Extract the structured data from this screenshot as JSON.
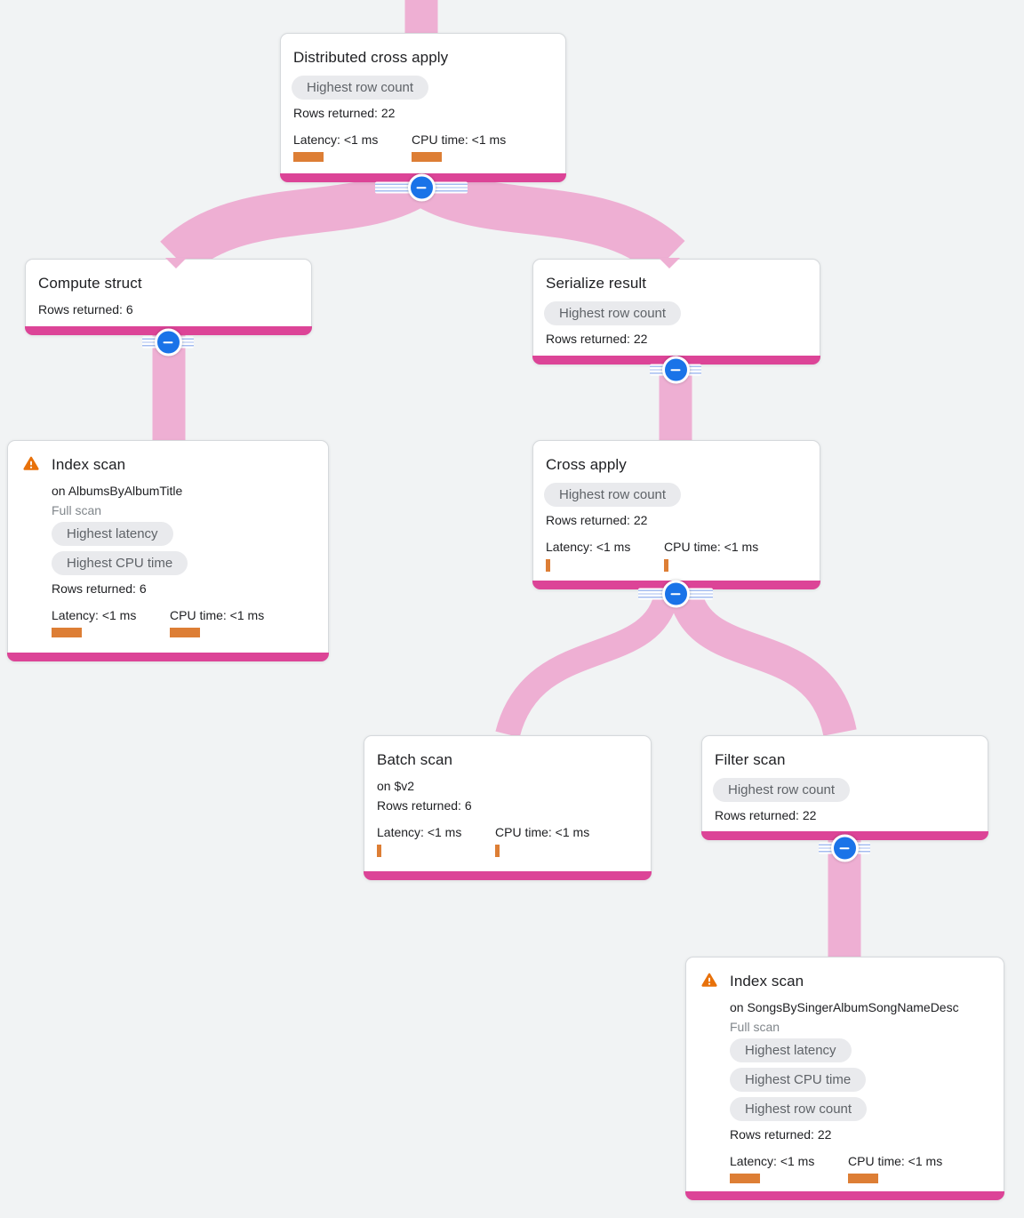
{
  "app": {
    "description": "Query execution plan graph",
    "colors": {
      "background": "#f1f3f4",
      "card_bg": "#ffffff",
      "card_border": "#d6d9dc",
      "node_bar": "#dc4497",
      "ribbon": "#eeafd3",
      "button_blue": "#1a73e8",
      "rail_line": "#a5bdf0",
      "badge_bg": "#e9eaed",
      "badge_text": "#5f6368",
      "text": "#202124",
      "muted": "#80868b",
      "orange": "#dd7e35",
      "warning": "#e8710a"
    }
  },
  "nodes": [
    {
      "title": "Distributed cross apply",
      "badges": [
        "Highest row count"
      ],
      "rows": "Rows returned: 22",
      "latency": "Latency: <1 ms",
      "cpu": "CPU time: <1 ms",
      "latency_bar": {
        "w": 34,
        "h": 11
      },
      "cpu_bar": {
        "w": 34,
        "h": 11
      }
    },
    {
      "title": "Compute struct",
      "rows": "Rows returned: 6"
    },
    {
      "title": "Serialize result",
      "badges": [
        "Highest row count"
      ],
      "rows": "Rows returned: 22"
    },
    {
      "title": "Index scan",
      "warning": "true",
      "on": "on AlbumsByAlbumTitle",
      "scan_type": "Full scan",
      "badges": [
        "Highest latency",
        "Highest CPU time"
      ],
      "rows": "Rows returned: 6",
      "latency": "Latency: <1 ms",
      "cpu": "CPU time: <1 ms",
      "latency_bar": {
        "w": 34,
        "h": 11
      },
      "cpu_bar": {
        "w": 34,
        "h": 11
      }
    },
    {
      "title": "Cross apply",
      "badges": [
        "Highest row count"
      ],
      "rows": "Rows returned: 22",
      "latency": "Latency: <1 ms",
      "cpu": "CPU time: <1 ms",
      "latency_bar": {
        "w": 5,
        "h": 14
      },
      "cpu_bar": {
        "w": 5,
        "h": 14
      }
    },
    {
      "title": "Batch scan",
      "on": "on $v2",
      "rows": "Rows returned: 6",
      "latency": "Latency: <1 ms",
      "cpu": "CPU time: <1 ms",
      "latency_bar": {
        "w": 5,
        "h": 14
      },
      "cpu_bar": {
        "w": 5,
        "h": 14
      }
    },
    {
      "title": "Filter scan",
      "badges": [
        "Highest row count"
      ],
      "rows": "Rows returned: 22"
    },
    {
      "title": "Index scan",
      "warning": "true",
      "on": "on SongsBySingerAlbumSongNameDesc",
      "scan_type": "Full scan",
      "badges": [
        "Highest latency",
        "Highest CPU time",
        "Highest row count"
      ],
      "rows": "Rows returned: 22",
      "latency": "Latency: <1 ms",
      "cpu": "CPU time: <1 ms",
      "latency_bar": {
        "w": 34,
        "h": 11
      },
      "cpu_bar": {
        "w": 34,
        "h": 11
      }
    }
  ],
  "edges": [
    {
      "from": "Distributed cross apply",
      "to": "Compute struct"
    },
    {
      "from": "Distributed cross apply",
      "to": "Serialize result"
    },
    {
      "from": "Compute struct",
      "to": "Index scan (AlbumsByAlbumTitle)"
    },
    {
      "from": "Serialize result",
      "to": "Cross apply"
    },
    {
      "from": "Cross apply",
      "to": "Batch scan"
    },
    {
      "from": "Cross apply",
      "to": "Filter scan"
    },
    {
      "from": "Filter scan",
      "to": "Index scan (SongsBySingerAlbumSongNameDesc)"
    }
  ]
}
